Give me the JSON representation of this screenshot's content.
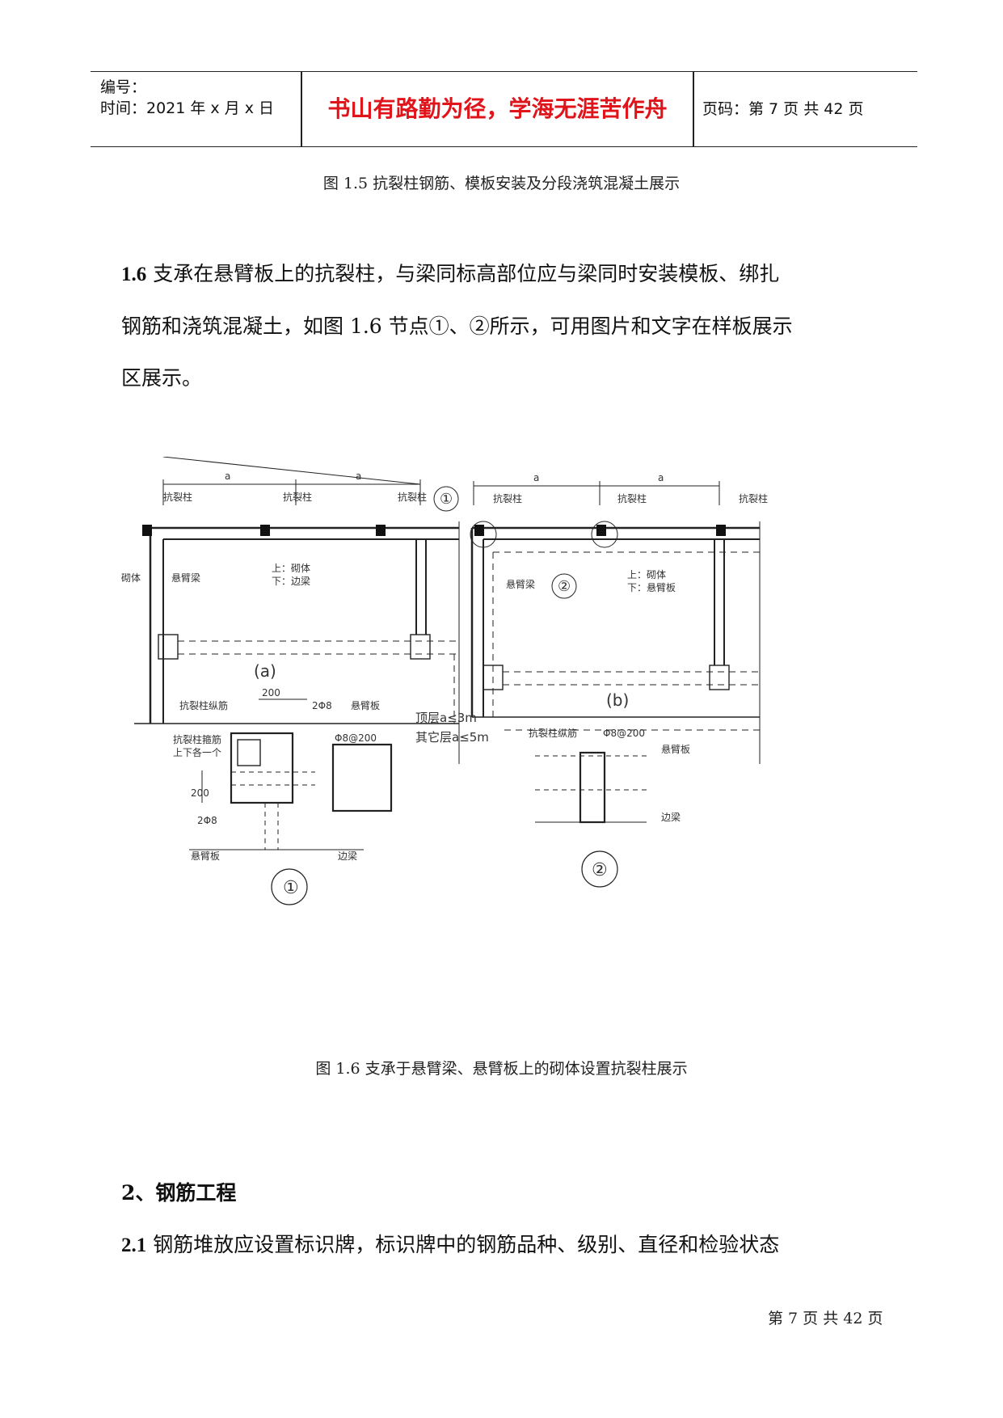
{
  "header": {
    "code_label": "编号：",
    "time_label": "时间：2021 年 x 月 x 日",
    "motto": "书山有路勤为径，学海无涯苦作舟",
    "page_info": "页码：第 7 页  共 42 页"
  },
  "fig15_caption": "图 1.5      抗裂柱钢筋、模板安装及分段浇筑混凝土展示",
  "para16": {
    "num": "1.6",
    "line1": "支承在悬臂板上的抗裂柱，与梁同标高部位应与梁同时安装模板、绑扎",
    "line2": "钢筋和浇筑混凝土，如图 1.6 节点①、②所示，可用图片和文字在样板展示",
    "line3": "区展示。"
  },
  "drawing": {
    "dim_a": "a",
    "col_label": "抗裂柱",
    "masonry": "砌体",
    "cant_beam": "悬臂梁",
    "up_masonry": "上：砌体",
    "down_edge_beam": "下：边梁",
    "down_cant_slab": "下：悬臂板",
    "label_a": "(a)",
    "label_b": "(b)",
    "node1": "①",
    "node2": "②",
    "rebar_long": "抗裂柱纵筋",
    "rebar_stirrup": "抗裂柱箍筋",
    "rebar_stirrup2": "上下各一个",
    "dim_200": "200",
    "bar_2phi8": "2Φ8",
    "cant_slab": "悬臂板",
    "phi8_200": "Φ8@200",
    "edge_beam": "边梁",
    "note_top": "顶层a≤3m",
    "note_other": "其它层a≤5m"
  },
  "fig16_caption": "图 1.6  支承于悬臂梁、悬臂板上的砌体设置抗裂柱展示",
  "section2": "2、钢筋工程",
  "para21": {
    "num": "2.1",
    "text": "钢筋堆放应设置标识牌，标识牌中的钢筋品种、级别、直径和检验状态"
  },
  "footer": "第  7  页  共  42  页"
}
